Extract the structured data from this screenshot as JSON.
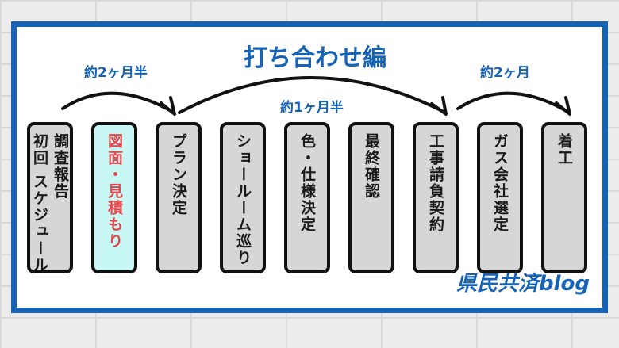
{
  "title": "打ち合わせ編",
  "durations": [
    "約2ヶ月半",
    "約1ヶ月半",
    "約2ヶ月"
  ],
  "steps": [
    {
      "lines": [
        "調査報告",
        "初回 スケジュール"
      ],
      "highlight": false
    },
    {
      "lines": [
        "図面・見積もり"
      ],
      "highlight": true
    },
    {
      "lines": [
        "プラン決定"
      ],
      "highlight": false
    },
    {
      "lines": [
        "ショールーム巡り"
      ],
      "highlight": false
    },
    {
      "lines": [
        "色・仕様決定"
      ],
      "highlight": false
    },
    {
      "lines": [
        "最終確認"
      ],
      "highlight": false
    },
    {
      "lines": [
        "工事請負契約"
      ],
      "highlight": false
    },
    {
      "lines": [
        "ガス会社選定"
      ],
      "highlight": false
    },
    {
      "lines": [
        "着工"
      ],
      "highlight": false
    }
  ],
  "colors": {
    "brand": "#1663b6",
    "step_fill": "#d6d6d6",
    "highlight_fill": "#c8f8f4",
    "highlight_text": "#e8434c"
  },
  "logo": "県民共済blog"
}
